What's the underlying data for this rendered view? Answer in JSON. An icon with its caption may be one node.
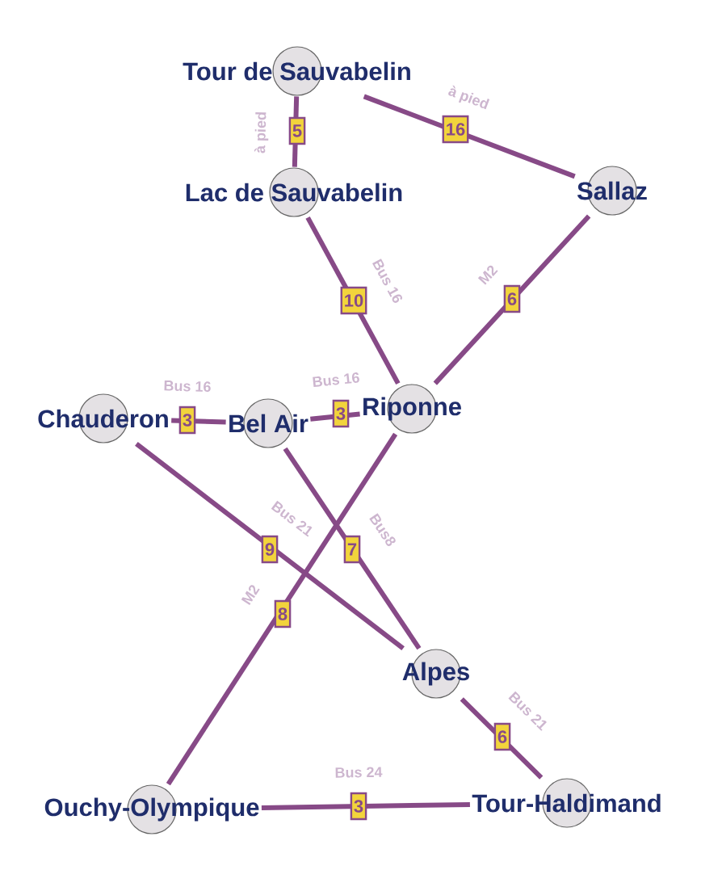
{
  "diagram": {
    "nodes": [
      {
        "text": [
          "Tour de Sauvabelin"
        ]
      },
      {
        "text": [
          "Lac de Sauvabelin"
        ]
      },
      {
        "text": [
          "Sallaz"
        ]
      },
      {
        "text": [
          "Riponne"
        ]
      },
      {
        "text": [
          "Chauderon"
        ]
      },
      {
        "text": [
          "Bel Air"
        ]
      },
      {
        "text": [
          "Alpes"
        ]
      },
      {
        "text": [
          "Ouchy-Olympique"
        ]
      },
      {
        "text": [
          "Tour-Haldimand"
        ]
      }
    ],
    "edges": [
      {
        "from": 0,
        "to": 1,
        "arrow": "none",
        "label": "5"
      },
      {
        "from": 0,
        "to": 2,
        "arrow": "none",
        "label": "16"
      },
      {
        "from": 1,
        "to": 3,
        "arrow": "none",
        "label": "10"
      },
      {
        "from": 2,
        "to": 3,
        "arrow": "none",
        "label": "6"
      },
      {
        "from": 4,
        "to": 5,
        "arrow": "none",
        "label": "3"
      },
      {
        "from": 5,
        "to": 3,
        "arrow": "none",
        "label": "3"
      },
      {
        "from": 4,
        "to": 6,
        "arrow": "none",
        "label": "9"
      },
      {
        "from": 5,
        "to": 6,
        "arrow": "none",
        "label": "7"
      },
      {
        "from": 3,
        "to": 7,
        "arrow": "none",
        "label": "8"
      },
      {
        "from": 6,
        "to": 8,
        "arrow": "none",
        "label": "6"
      },
      {
        "from": 7,
        "to": 8,
        "arrow": "none",
        "label": "3"
      }
    ],
    "labels": [
      "à pied",
      "à pied",
      "Bus 16",
      "M2",
      "Bus 16",
      "Bus 16",
      "Bus 21",
      "Bus8",
      "M2",
      "Bus 21",
      "Bus 24"
    ]
  }
}
